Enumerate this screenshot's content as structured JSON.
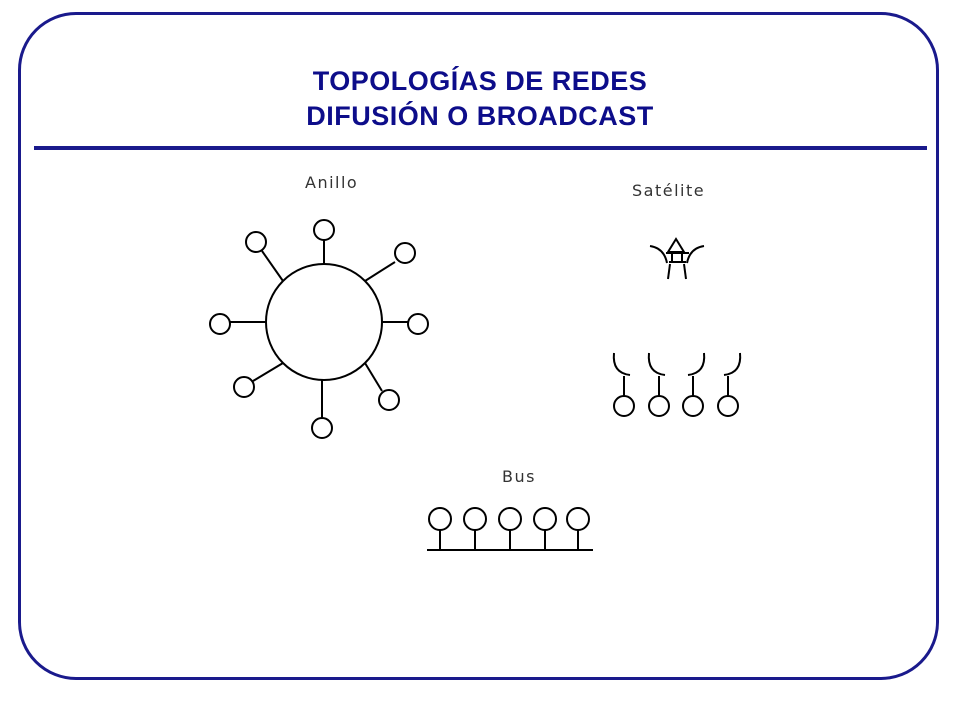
{
  "title": {
    "line1": "TOPOLOGÍAS DE REDES",
    "line2": "DIFUSIÓN O BROADCAST"
  },
  "diagrams": {
    "ring_label": "Anillo",
    "satellite_label": "Satélite",
    "bus_label": "Bus"
  },
  "colors": {
    "accent": "#1a1a8c",
    "title": "#0d0d8a",
    "diagram_stroke": "#000000"
  }
}
